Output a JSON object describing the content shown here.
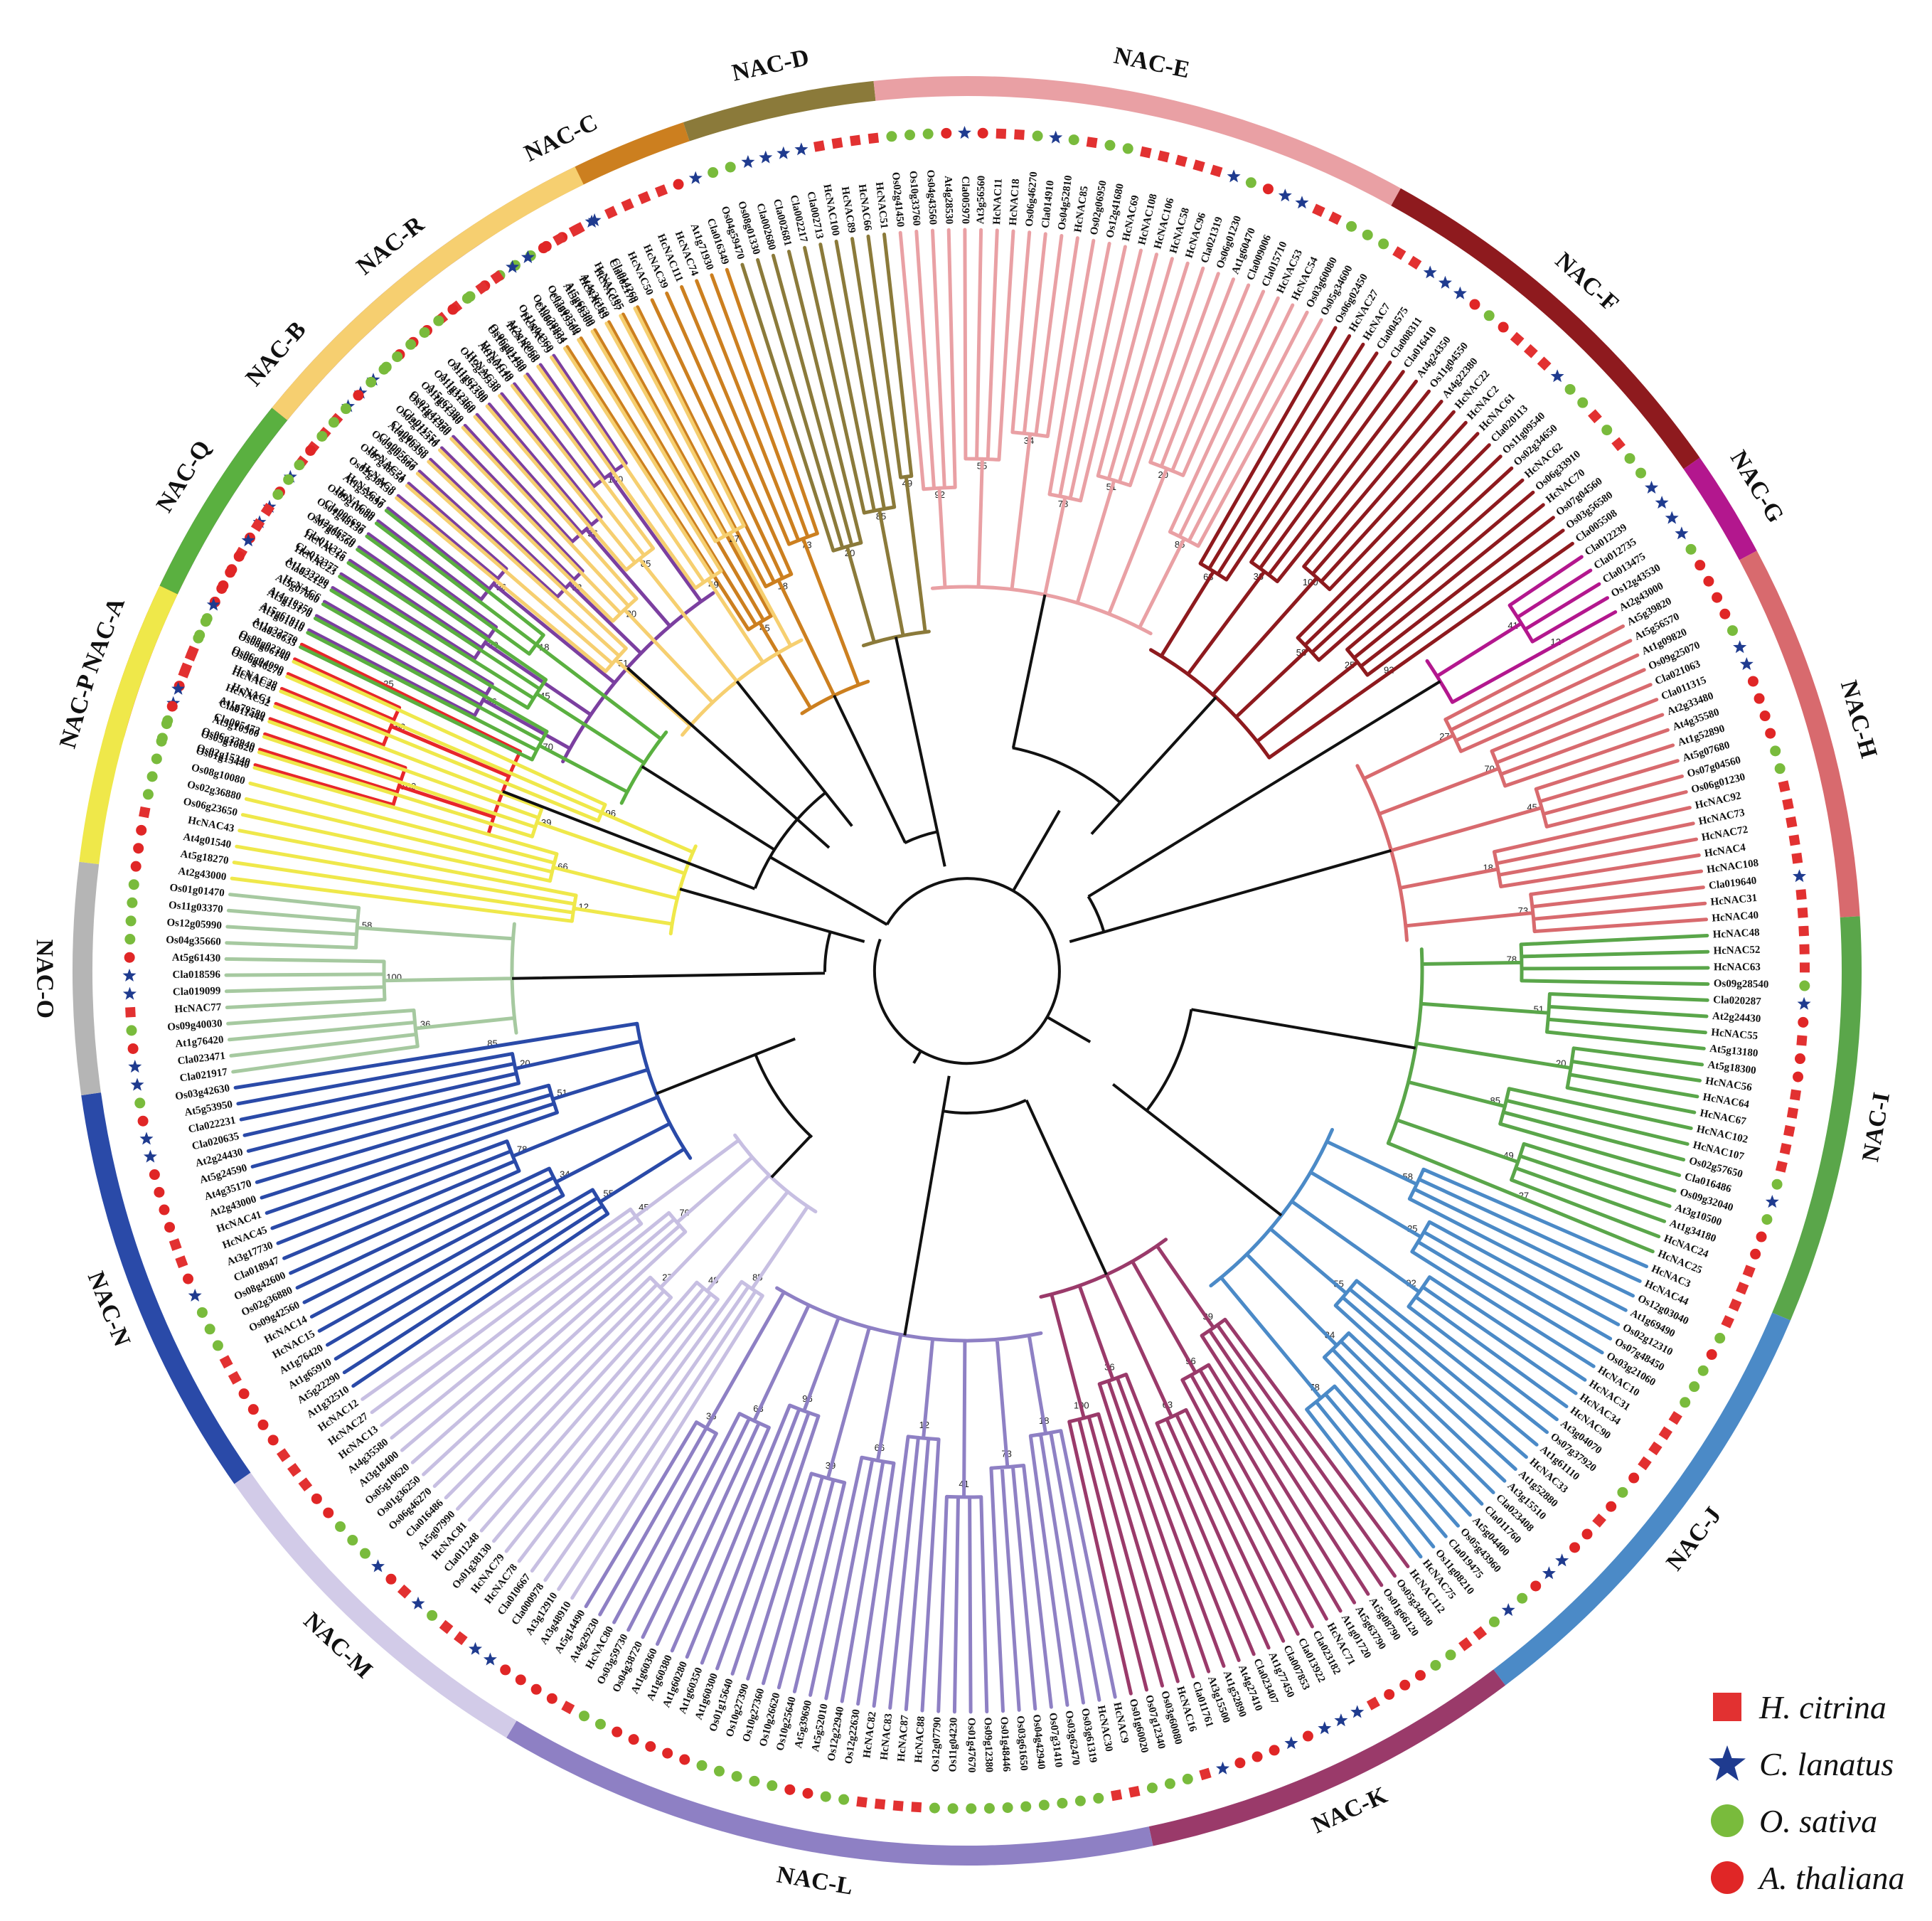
{
  "figure": {
    "groups": [
      {
        "label": "NAC-A",
        "color": "#e8262a"
      },
      {
        "label": "NAC-B",
        "color": "#7b3fa0"
      },
      {
        "label": "NAC-C",
        "color": "#cc7f1f"
      },
      {
        "label": "NAC-D",
        "color": "#8b7a3a"
      },
      {
        "label": "NAC-E",
        "color": "#e9a0a4"
      },
      {
        "label": "NAC-F",
        "color": "#8e1a1e"
      },
      {
        "label": "NAC-G",
        "color": "#b3178e"
      },
      {
        "label": "NAC-H",
        "color": "#d86a6e"
      },
      {
        "label": "NAC-I",
        "color": "#5aa64a"
      },
      {
        "label": "NAC-J",
        "color": "#4b8ac7"
      },
      {
        "label": "NAC-K",
        "color": "#9a3a6a"
      },
      {
        "label": "NAC-L",
        "color": "#8e80c4"
      },
      {
        "label": "NAC-M",
        "color": "#d2cbe8"
      },
      {
        "label": "NAC-N",
        "color": "#2a4aa8"
      },
      {
        "label": "NAC-O",
        "color": "#b5b5b5"
      },
      {
        "label": "NAC-P",
        "color": "#efe84a"
      },
      {
        "label": "NAC-Q",
        "color": "#5ab040"
      },
      {
        "label": "NAC-R",
        "color": "#f6cf70"
      }
    ],
    "leaf_samples": [
      "Os02g15340",
      "Os06g33940",
      "Cla005472",
      "At1g79580",
      "HcNAC1",
      "HcNAC28",
      "Os06g04090",
      "Os08g02300",
      "At1g32770",
      "At5g61910",
      "At4g10350",
      "HcNAC6",
      "At1g33280",
      "Cla012377",
      "Cla011325",
      "At2g46770",
      "Cla006697",
      "HcNAC99",
      "HcNAC17",
      "HcNAC8",
      "HcNAC21",
      "Cla005677",
      "Cla006268",
      "Cla011554",
      "Os02g42970",
      "At5g62380",
      "At1g12260",
      "At1g62700",
      "HcNAC38",
      "HcNAC49",
      "Os06g01480",
      "At2g18060",
      "Os11g04360",
      "Os10g38834",
      "Os03g03540",
      "At5g66300",
      "At4g36160",
      "HcNAC105",
      "Cla014269",
      "HcNAC50",
      "HcNAC39",
      "HcNAC111",
      "HcNAC74",
      "At1g71930",
      "Cla016349",
      "Os04g59470",
      "Os08g01330",
      "Cla002680",
      "Cla002681",
      "Cla002217",
      "Cla002713",
      "HcNAC100",
      "HcNAC89",
      "HcNAC66",
      "HcNAC51",
      "Os02g41450",
      "Os10g33760",
      "Os04g43560",
      "At4g28530",
      "Cla005970",
      "At3g56560",
      "HcNAC11",
      "HcNAC18",
      "Os06g46270",
      "Cla014910",
      "Os04g52810",
      "HcNAC85",
      "Os02g06950",
      "Os12g41680",
      "HcNAC69",
      "HcNAC108",
      "HcNAC106",
      "HcNAC58",
      "HcNAC96",
      "Cla021319",
      "Os06g01230",
      "At1g60470",
      "Cla009006",
      "Cla015710",
      "HcNAC53",
      "HcNAC54",
      "Os03g60080",
      "Os05g34600",
      "Os06g02450",
      "HcNAC27",
      "HcNAC7",
      "Cla004575",
      "Cla008311",
      "Cla016410",
      "At4g24350",
      "Os11g04550",
      "At4g22380",
      "HcNAC22",
      "HcNAC2",
      "HcNAC61",
      "Cla020113",
      "Os11g09540",
      "Os02g34650",
      "HcNAC62",
      "Os06g33910",
      "HcNAC70",
      "Os07g04560",
      "Os03g56580",
      "Cla005508",
      "Cla012239",
      "Cla012735",
      "Cla013475",
      "Os12g43530",
      "At2g43000",
      "At5g39820",
      "At5g56570",
      "At1g09820",
      "Os09g25070",
      "Cla021063",
      "Cla011315",
      "At2g33480",
      "At4g35580",
      "At1g52890",
      "At5g07680",
      "Os07g04560",
      "Os06g01230",
      "HcNAC92",
      "HcNAC73",
      "HcNAC72",
      "HcNAC4",
      "HcNAC108",
      "Cla019640",
      "HcNAC31",
      "HcNAC40",
      "HcNAC48",
      "HcNAC52",
      "HcNAC63",
      "Os09g28540",
      "Cla020287",
      "At2g24430",
      "HcNAC55",
      "At5g13180",
      "At5g18300",
      "HcNAC56",
      "HcNAC64",
      "HcNAC67",
      "HcNAC102",
      "HcNAC107",
      "Os02g57650",
      "Cla016486",
      "Os09g32040",
      "At3g10500",
      "At1g34180",
      "HcNAC24",
      "HcNAC25",
      "HcNAC3",
      "HcNAC44",
      "Os12g03040",
      "At1g69490",
      "Os02g12310",
      "Os07g48450",
      "Os03g21060",
      "HcNAC10",
      "HcNAC31",
      "HcNAC34",
      "HcNAC90",
      "At3g04070",
      "Os07g37920",
      "At1g61110",
      "HcNAC33",
      "At1g52880",
      "At3g15510",
      "Cla023408",
      "Cla011760",
      "At5g04400",
      "Os05g43960",
      "Cla019475",
      "Os11g08210",
      "HcNAC75",
      "HcNAC112",
      "Os05g34830",
      "Os01g66120",
      "At5g08790",
      "At5g63790",
      "At1g01720",
      "HcNAC71",
      "Cla023182",
      "Cla013922",
      "Cla007853",
      "At1g77450",
      "Cla023407",
      "At4g27410",
      "At1g52890",
      "At3g15500",
      "Cla011761",
      "HcNAC16",
      "Os03g60080",
      "Os07g12340",
      "Os01g60020",
      "HcNAC9",
      "HcNAC30",
      "Os03g61319",
      "Os03g62470",
      "Os07g31410",
      "Os04g42940",
      "Os03g61650",
      "Os01g48446",
      "Os09g12380",
      "Os01g47670",
      "Os11g04230",
      "Os12g07790",
      "HcNAC88",
      "HcNAC87",
      "HcNAC83",
      "HcNAC82",
      "Os12g22630",
      "Os12g22940",
      "At5g52010",
      "At5g39690",
      "Os10g25640",
      "Os10g26620",
      "Os10g27360",
      "Os10g27390",
      "Os01g15640",
      "At1g60300",
      "At1g60350",
      "At1g60280",
      "At1g60380",
      "At1g60360",
      "Os04g38720",
      "Os03g59730",
      "HcNAC80",
      "At4g29230",
      "At5g14490",
      "At3g48910",
      "At3g12910",
      "Cla000978",
      "Cla010667",
      "HcNAC78",
      "HcNAC79",
      "Os01g38130",
      "Cla011248",
      "HcNAC81",
      "At5g07990",
      "Cla016486",
      "Os06g46270",
      "Os01g36250",
      "Os05g10620",
      "At3g18400",
      "At4g35580",
      "HcNAC13",
      "HcNAC27",
      "HcNAC12",
      "At1g32510",
      "At5g22290",
      "At1g65910",
      "At1g76420",
      "HcNAC15",
      "HcNAC14",
      "Os09g42560",
      "Os02g36880",
      "Os08g42600",
      "Cla018947",
      "At3g17730",
      "HcNAC45",
      "HcNAC41",
      "At2g43000",
      "At4g35170",
      "At5g24590",
      "At2g24430",
      "Cla020635",
      "Cla022231",
      "At5g53950",
      "Os03g42630",
      "Cla021917",
      "Cla023471",
      "At1g76420",
      "Os09g40030",
      "HcNAC77",
      "Cla019099",
      "Cla018596",
      "At5g61430",
      "Os04g35660",
      "Os12g05990",
      "Os11g03370",
      "Os01g01470",
      "At2g43000",
      "At5g18270",
      "At4g01540",
      "HcNAC43",
      "Os06g23650",
      "Os02g36880",
      "Os08g10080",
      "Os01g15440",
      "Os05g10620",
      "At3g10500",
      "Cla011444",
      "HcNAC32",
      "HcNAC26",
      "Os06g46270",
      "Os08g06140",
      "Cla020635",
      "At1g01010",
      "At3g15170",
      "At5g07680",
      "Cla022125",
      "HcNAC23",
      "HcNAC16",
      "Os07g04560",
      "Os01g48130",
      "Os09g10000",
      "At1g52890",
      "Os02g38130",
      "Os07g48550",
      "Os03g02800",
      "At4g10350",
      "Os02g12310",
      "Os11g31380",
      "Os11g31340",
      "Os11g31360",
      "Os11g31330",
      "Os12g29330",
      "At1g61110",
      "Os10g42130",
      "HcNAC86",
      "HcNAC79",
      "Cla001495",
      "Cla019304",
      "At5g18300",
      "HcNAC45",
      "HcNAC57",
      "Cla002170"
    ],
    "branch_labels": [
      "100",
      "78",
      "70",
      "66",
      "58",
      "51",
      "45",
      "39",
      "25",
      "20",
      "18",
      "96",
      "92",
      "85",
      "73",
      "63",
      "55",
      "49",
      "41",
      "36",
      "34",
      "27",
      "12"
    ]
  },
  "legend": [
    {
      "species": "H. citrina",
      "symbol": "square",
      "color": "#e23131"
    },
    {
      "species": "C. lanatus",
      "symbol": "star",
      "color": "#1f3b8f"
    },
    {
      "species": "O. sativa",
      "symbol": "circle",
      "color": "#79bb3c"
    },
    {
      "species": "A. thaliana",
      "symbol": "circle",
      "color": "#e02626"
    }
  ]
}
